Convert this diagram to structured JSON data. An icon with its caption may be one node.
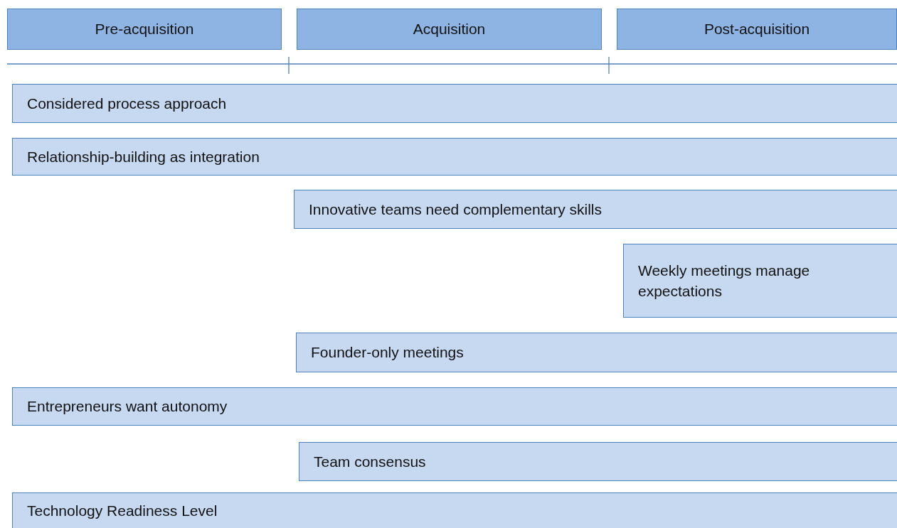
{
  "diagram": {
    "nodes": [
      {
        "text": [
          "Pre-acquisition"
        ]
      },
      {
        "text": [
          "Acquisition"
        ]
      },
      {
        "text": [
          "Post-acquisition"
        ]
      },
      {
        "text": [
          "Considered process approach"
        ]
      },
      {
        "text": [
          "Relationship-building as integration"
        ]
      },
      {
        "text": [
          "Innovative teams need complementary skills"
        ]
      },
      {
        "text": [
          "Weekly meetings manage expectations"
        ]
      },
      {
        "text": [
          "Founder-only meetings"
        ]
      },
      {
        "text": [
          "Entrepreneurs want autonomy"
        ]
      },
      {
        "text": [
          "Team consensus"
        ]
      },
      {
        "text": [
          "Technology Readiness Level"
        ]
      }
    ],
    "edges": []
  }
}
